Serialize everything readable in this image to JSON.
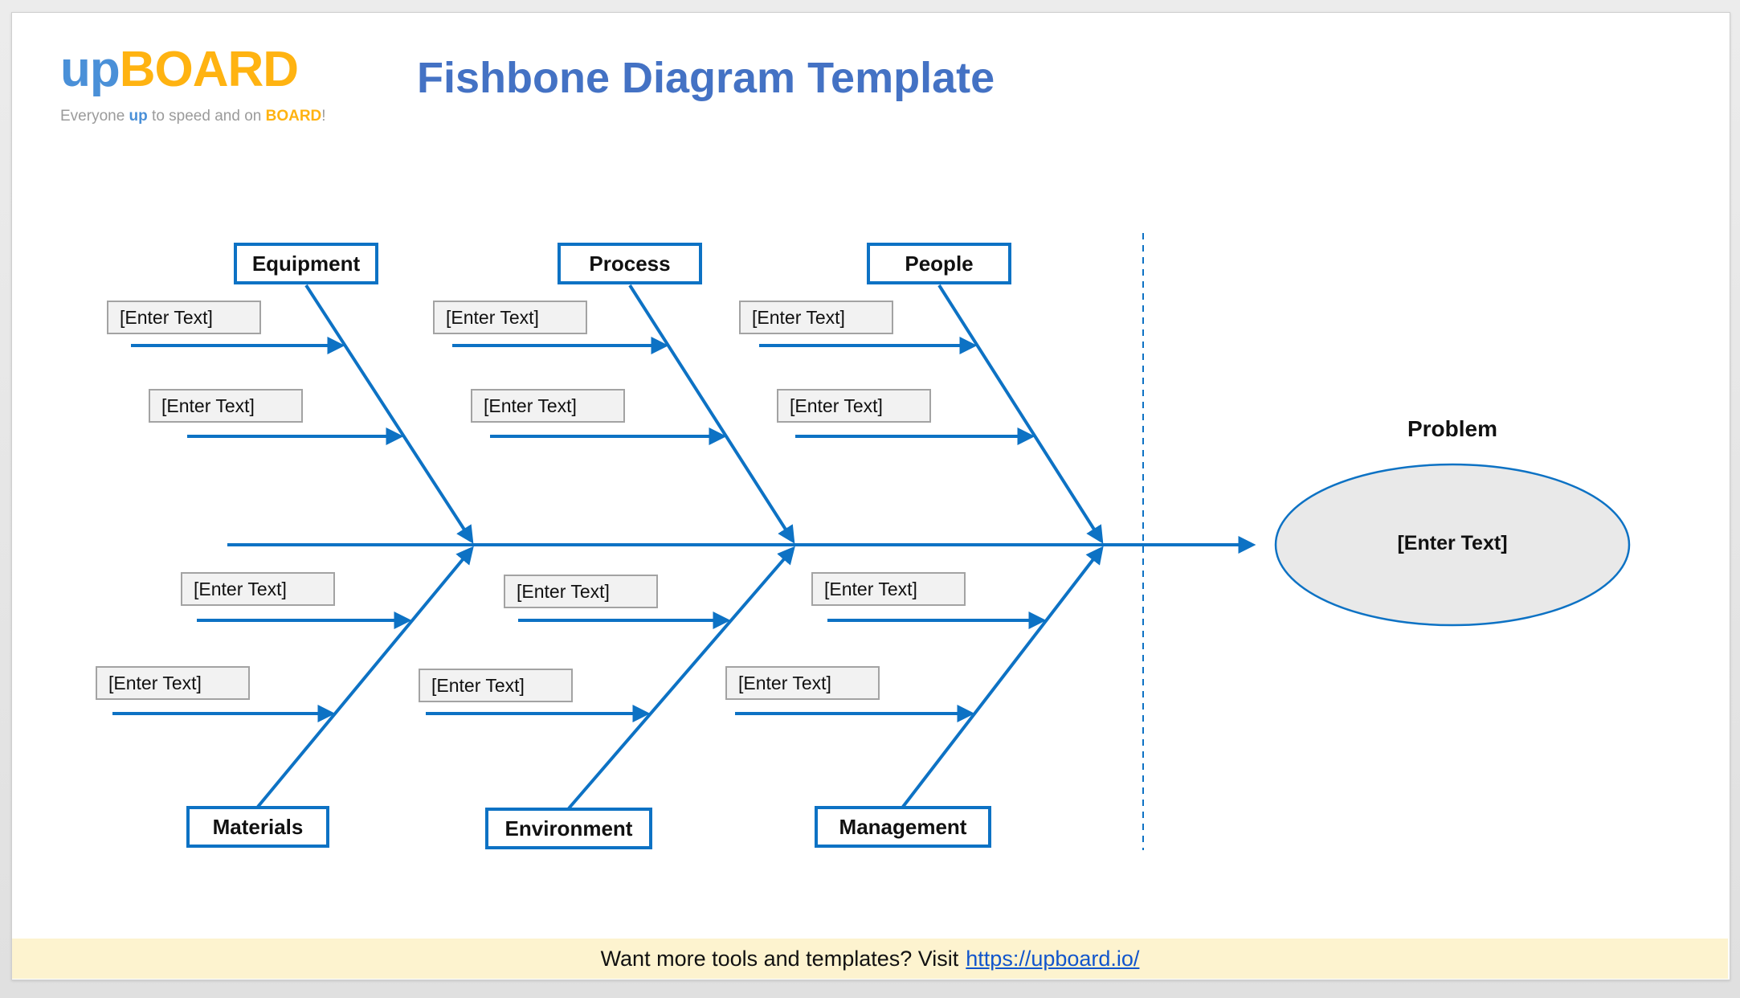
{
  "brand": {
    "logo": {
      "up": "up",
      "board": "BOARD"
    },
    "tagline": {
      "prefix": "Everyone ",
      "up": "up",
      "mid": " to speed and on ",
      "board": "BOARD",
      "suffix": "!"
    }
  },
  "header": {
    "title": "Fishbone Diagram Template"
  },
  "diagram": {
    "categories": [
      {
        "label": "Equipment"
      },
      {
        "label": "Process"
      },
      {
        "label": "People"
      },
      {
        "label": "Materials"
      },
      {
        "label": "Environment"
      },
      {
        "label": "Management"
      }
    ],
    "causes": [
      {
        "label": "[Enter Text]"
      },
      {
        "label": "[Enter Text]"
      },
      {
        "label": "[Enter Text]"
      },
      {
        "label": "[Enter Text]"
      },
      {
        "label": "[Enter Text]"
      },
      {
        "label": "[Enter Text]"
      },
      {
        "label": "[Enter Text]"
      },
      {
        "label": "[Enter Text]"
      },
      {
        "label": "[Enter Text]"
      },
      {
        "label": "[Enter Text]"
      },
      {
        "label": "[Enter Text]"
      },
      {
        "label": "[Enter Text]"
      }
    ],
    "problem": {
      "title": "Problem",
      "value": "[Enter Text]"
    }
  },
  "footer": {
    "prompt": "Want more tools and templates? Visit",
    "link_text": "https://upboard.io/"
  },
  "colors": {
    "arrow_blue": "#0d72c4",
    "title_blue": "#4472c4",
    "logo_blue": "#4a90d8",
    "logo_orange": "#ffb311",
    "cause_box_fill": "#f2f2f2",
    "cause_box_border": "#a3a3a3",
    "ellipse_fill": "#e9e9e9",
    "banner_bg": "#fdf3cf",
    "link_blue": "#1155cc"
  }
}
